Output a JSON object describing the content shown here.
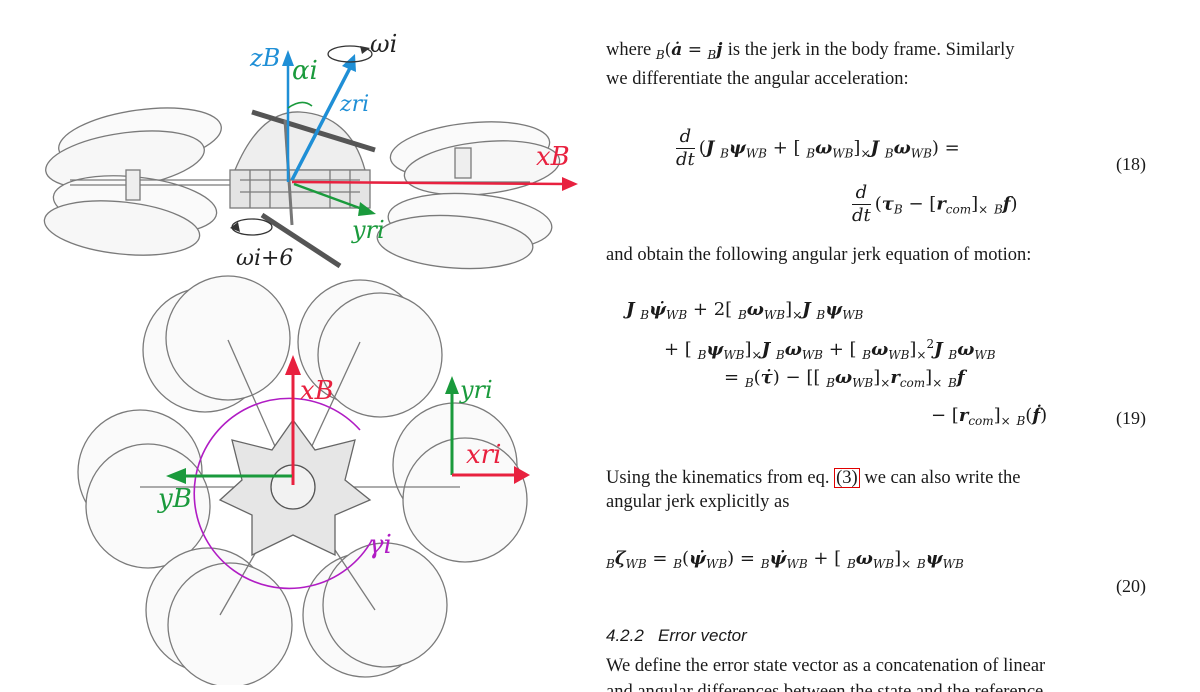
{
  "figure": {
    "top": {
      "z_body": "zB",
      "alpha": "αi",
      "omega": "ωi",
      "z_rotor": "zri",
      "x_body": "xB",
      "y_rotor": "yri",
      "omega_opp": "ωi+6"
    },
    "bottom": {
      "x_body": "xB",
      "y_rotor": "yri",
      "x_rotor": "xri",
      "y_body": "yB",
      "gamma": "γi"
    },
    "colors": {
      "body_z": "#1f8fd6",
      "x_axis": "#e8213f",
      "y_axis": "#1a9a3c",
      "alpha": "#1a9a3c",
      "gamma": "#b01cc4"
    }
  },
  "text": {
    "p1_a": "where",
    "p1_b": "is the jerk in the body frame. Similarly",
    "p1_c": "we differentiate the angular acceleration:",
    "eq18_num": "(18)",
    "p2": "and obtain the following angular jerk equation of motion:",
    "eq19_num": "(19)",
    "p3_a": "Using the kinematics from eq.",
    "p3_ref": "3",
    "p3_b": "we can also write the",
    "p3_c": "angular jerk explicitly as",
    "eq20_num": "(20)",
    "section_number": "4.2.2",
    "section_title": "Error vector",
    "p4": "We define the error state vector as a concatenation of linear",
    "p5_cut": "and angular differences between the state and the reference"
  }
}
